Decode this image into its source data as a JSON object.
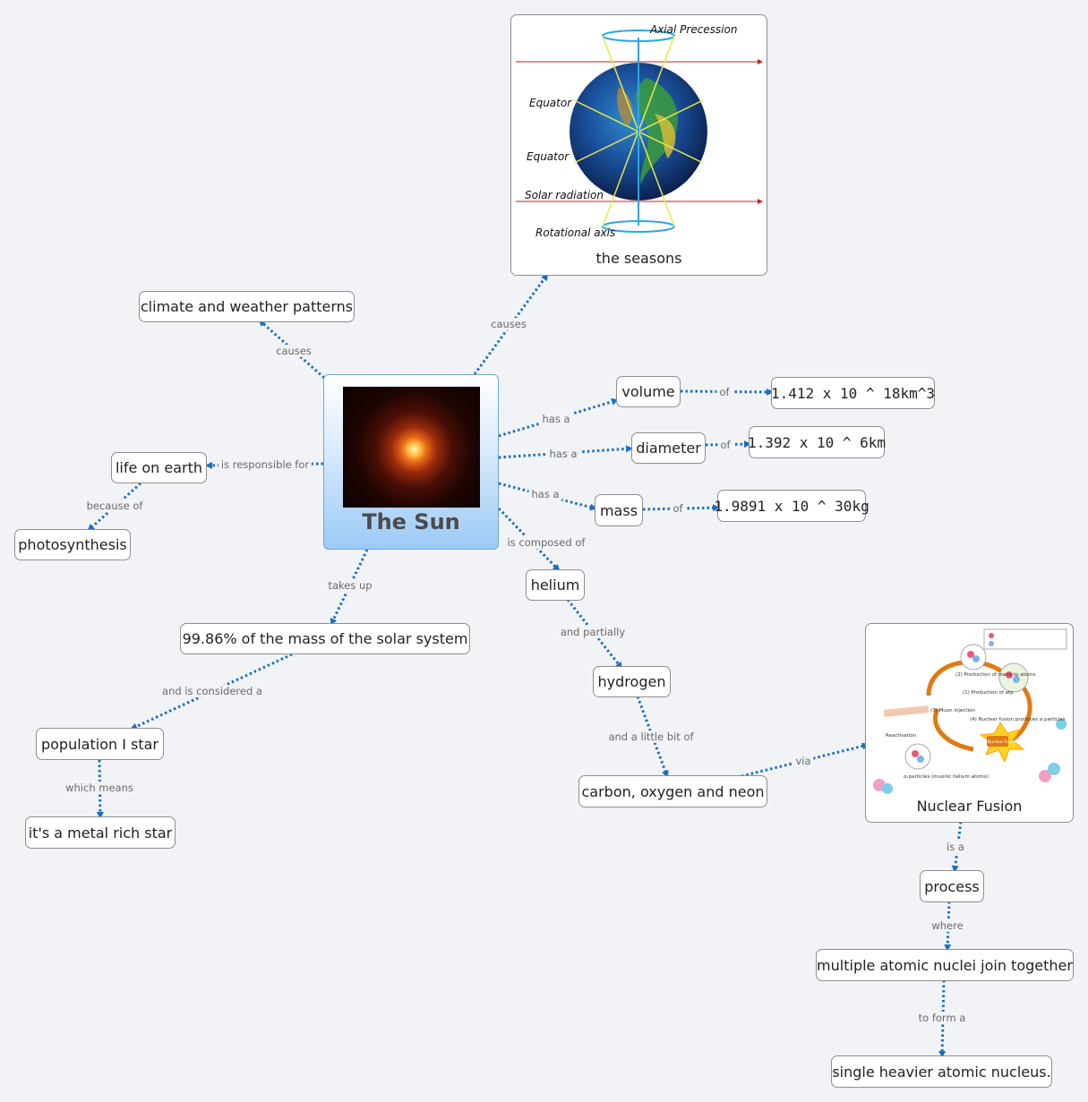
{
  "central": {
    "title": "The Sun"
  },
  "nodes": {
    "seasons": "the seasons",
    "climate": "climate and weather patterns",
    "life": "life on earth",
    "photosynthesis": "photosynthesis",
    "volume": "volume",
    "volume_value": "1.412 x 10 ^ 18km^3",
    "diameter": "diameter",
    "diameter_value": "1.392 x 10 ^ 6km",
    "mass": "mass",
    "mass_value": "1.9891 x 10 ^ 30kg",
    "helium": "helium",
    "hydrogen": "hydrogen",
    "cno": "carbon, oxygen and neon",
    "fusion": "Nuclear Fusion",
    "process": "process",
    "join": "multiple atomic nuclei join together",
    "heavier": "single heavier atomic nucleus.",
    "mass_share": "99.86% of the mass of the solar system",
    "population": "population I star",
    "metal": "it's a metal rich star"
  },
  "labels": {
    "causes_seasons": "causes",
    "causes_climate": "causes",
    "responsible": "is responsible for",
    "because": "because of",
    "has_volume": "has a",
    "has_diameter": "has a",
    "has_mass": "has a",
    "of_volume": "of",
    "of_diameter": "of",
    "of_mass": "of",
    "composed": "is composed of",
    "partially": "and partially",
    "little": "and a little bit of",
    "via": "via",
    "is_a": "is a",
    "where": "where",
    "to_form": "to form a",
    "takes_up": "takes up",
    "considered": "and is considered a",
    "which_means": "which means"
  },
  "seasons_diagram": {
    "axial": "Axial Precession",
    "equator1": "Equator",
    "equator2": "Equator",
    "solar": "Solar radiation",
    "rot_axis": "Rotational axis"
  },
  "fusion_diagram": {
    "step2": "(2) Production of many tp atoms",
    "step1": "(1) Production of atp",
    "step3": "(3) Muon injection",
    "step4": "(4) Nuclear fusion produces a particles",
    "center": "Nuclear Fusion",
    "reactivation": "Reactivation",
    "alpha": "α-particles (muonic helium atoms)"
  },
  "colors": {
    "link": "#1a6fc4",
    "border": "#8e8e8e",
    "central_border": "#6fa6d8"
  }
}
